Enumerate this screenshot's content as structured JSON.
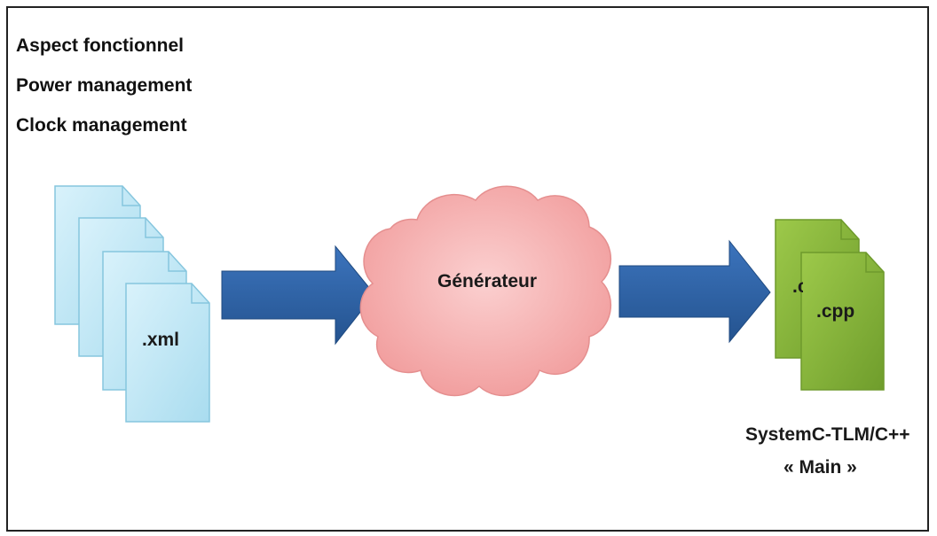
{
  "aspects": {
    "items": [
      "Aspect fonctionnel",
      "Power management",
      "Clock management"
    ]
  },
  "inputs": {
    "file_label": ".xml",
    "file_color": "#b7e3f3",
    "file_border": "#7fbfd9"
  },
  "generator": {
    "label": "Générateur",
    "color": "#f7b2b2"
  },
  "arrows": {
    "color": "#2f63a8"
  },
  "outputs": {
    "file_label": ".cpp",
    "peek_label": ".c",
    "file_color": "#8cb83e",
    "caption_line1": "SystemC-TLM/C++",
    "caption_line2": "« Main »"
  }
}
